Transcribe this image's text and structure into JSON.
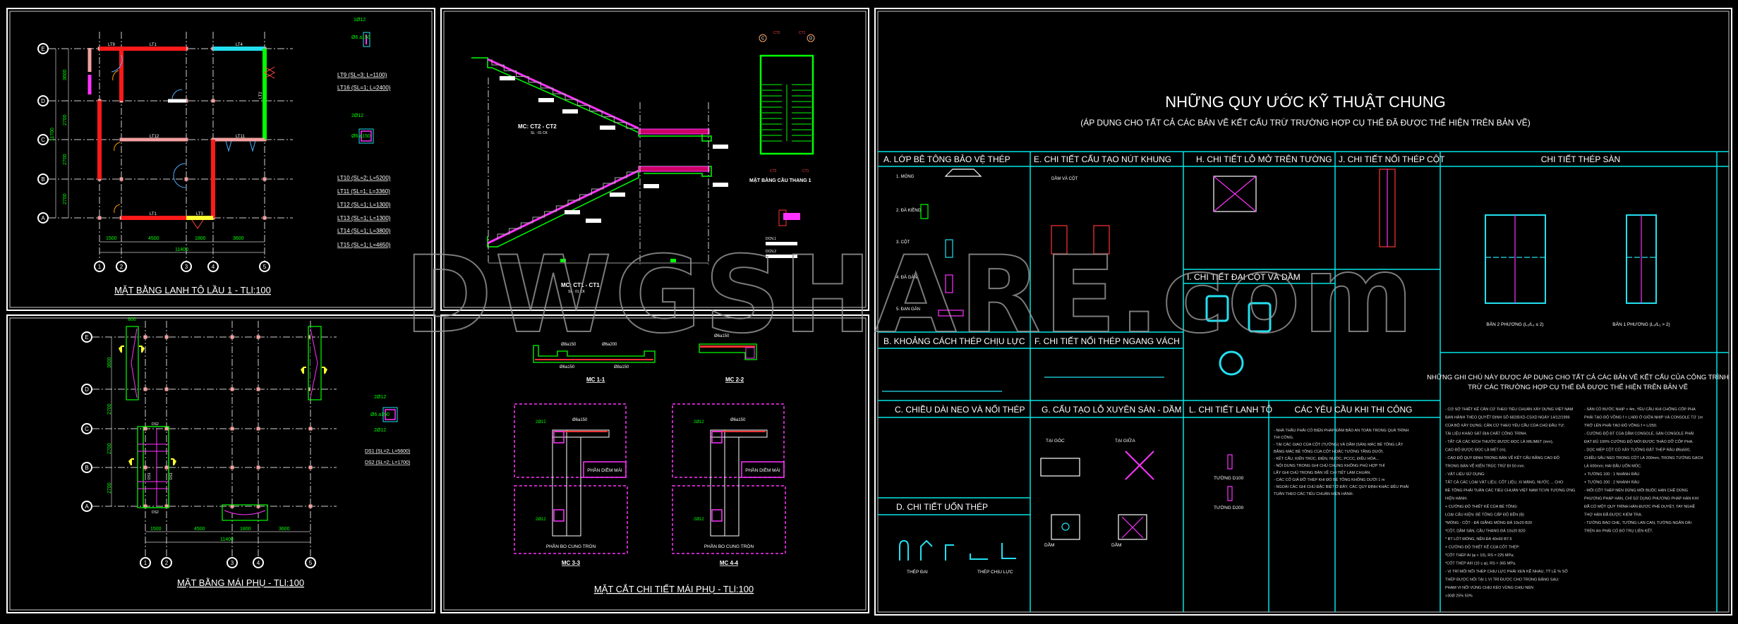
{
  "colors": {
    "background": "#000000",
    "cyan": "#00e5e5",
    "wall_red": "#ff1a1a",
    "wall_pink": "#f4a0a0",
    "wall_green": "#00ff00",
    "wall_cyan": "#22e0f0",
    "wall_yellow": "#ffff33",
    "magenta": "#ff33ff",
    "dim_green": "#00ff00"
  },
  "watermark": "DWGSHARE.com",
  "panel_lintel": {
    "title": "MẶT BẰNG LANH TÔ LẦU 1  -  TLl:100",
    "grid_rows": [
      "E",
      "D",
      "C",
      "B",
      "A"
    ],
    "grid_cols": [
      "1",
      "2",
      "3",
      "4",
      "5"
    ],
    "dims_bottom": [
      "1500",
      "4500",
      "1800",
      "3600"
    ],
    "dim_total": "11400",
    "dims_left": [
      "3600",
      "2700",
      "2700",
      "2700"
    ],
    "dim_left_total": "11700",
    "wall_labels": [
      "LT9",
      "LT1",
      "LT4",
      "LT2",
      "LT12",
      "LT11",
      "LT1",
      "LT3"
    ],
    "details": [
      "LT9 (SL=3; L=1100)",
      "LT16 (SL=1; L=2400)",
      "LT10 (SL=2; L=5200)",
      "LT11 (SL=1; L=3360)",
      "LT12 (SL=1; L=1300)",
      "LT13 (SL=1; L=1300)",
      "LT14 (SL=1; L=3800)",
      "LT15 (SL=1; L=4650)"
    ],
    "rebar_top": "1Ø12",
    "rebar_mid": "Ø6 a150",
    "rebar_top2": "2Ø12",
    "bubble_labels": [
      "1",
      "2",
      "1"
    ]
  },
  "panel_stair": {
    "section_upper": "MC: CT2 - CT2",
    "section_lower": "MC: CT1 - CT1",
    "qty": "SL : 01 CK",
    "plan_title": "MẶT BẰNG CẦU THANG 1",
    "plan_axes": [
      "C",
      "D"
    ],
    "cut_marks": [
      "CT2",
      "CT1"
    ],
    "beams": [
      "DCN.1",
      "DCN.2"
    ]
  },
  "panel_roof": {
    "title": "MẶT BẰNG MÁI PHỤ  -  TLl:100",
    "grid_rows": [
      "E",
      "D",
      "C",
      "B",
      "A"
    ],
    "grid_cols": [
      "1",
      "2",
      "3",
      "4",
      "5"
    ],
    "dims_bottom": [
      "1500",
      "4500",
      "1800",
      "3600"
    ],
    "dim_total": "11400",
    "dims_left": [
      "3600",
      "2700",
      "2700",
      "2700"
    ],
    "top_dim": "800",
    "beam_labels": [
      "DS2",
      "DS1",
      "DS1",
      "DS2"
    ],
    "details": [
      "DS1 (SL=2; L=5600)",
      "DS2 (SL=2; L=1700)"
    ],
    "rebar": [
      "2Ø12",
      "Ø6 a150",
      "2Ø12"
    ]
  },
  "panel_sections": {
    "title": "MẶT CẮT CHI TIẾT MÁI PHỤ  -  TLl:100",
    "mc11": "MC 1-1",
    "mc22": "MC 2-2",
    "mc33": "MC 3-3",
    "mc44": "MC 4-4",
    "rebar_labels": [
      "Ø8a150",
      "Ø6a200",
      "Ø6a150",
      "Ø8a150",
      "Ø6a150",
      "2Ø12",
      "Ø6 a150"
    ],
    "edge": "PHẦN DIỀM MÁI",
    "arc": "PHẦN BO CUNG TRÒN",
    "ct": "CT"
  },
  "sheet": {
    "title": "NHỮNG QUY ƯỚC KỸ THUẬT CHUNG",
    "subtitle": "(ÁP DỤNG CHO TẤT CẢ CÁC BẢN VẼ KẾT CẤU TRỪ TRƯỜNG HỢP CỤ THỂ ĐÃ ĐƯỢC THỂ HIỆN TRÊN BẢN VẼ)",
    "sections": {
      "A": "A. LỚP BÊ TÔNG BẢO VỆ THÉP",
      "E": "E. CHI TIẾT CẤU TẠO NÚT KHUNG",
      "H": "H. CHI TIẾT LỖ MỞ TRÊN TƯỜNG",
      "J": "J. CHI TIẾT NỐI THÉP CỘT",
      "S": "CHI TIẾT THÉP SÀN",
      "I": "I. CHI TIẾT ĐAI CỘT VÀ DẦM",
      "B": "B. KHOẢNG CÁCH THÉP CHỊU LỰC",
      "F": "F. CHI TIẾT NỐI THÉP NGANG VÁCH",
      "C": "C. CHIỀU DÀI NEO VÀ NỐI THÉP",
      "G": "G. CẤU TẠO LỖ XUYÊN SÀN - DẦM",
      "L": "L. CHI TIẾT LANH TÔ",
      "K": "CÁC YÊU CẦU KHI THI CÔNG",
      "D": "D. CHI TIẾT UỐN THÉP"
    },
    "a_items": [
      "1. MÓNG",
      "2. ĐÀ KIỀNG",
      "3. CỘT",
      "4. ĐÀ GÁN",
      "5. ĐAN GÁN"
    ],
    "e_label": "DẦM VÀ CỘT",
    "g_labels": [
      "TẠI GÓC",
      "TẠI GIỮA",
      "DẦM",
      "DẦM"
    ],
    "l_labels": [
      "TƯỜNG D100",
      "TƯỜNG D200"
    ],
    "d_labels": [
      "THÉP ĐAI",
      "THÉP CHỊU LỰC"
    ],
    "slab_labels": [
      "BẢN 2 PHƯƠNG (L₂/L₁ ≤ 2)",
      "BẢN 1 PHƯƠNG (L₂/L₁ > 2)"
    ],
    "notes_title_1": "NHỮNG GHI CHÚ NÀY ĐƯỢC ÁP DỤNG CHO TẤT CẢ CÁC BẢN VẼ KẾT CẤU CỦA CÔNG TRÌNH",
    "notes_title_2": "TRỪ CÁC TRƯỜNG HỢP CỤ THỂ ĐÃ ĐƯỢC THỂ HIỆN TRÊN BẢN VẼ",
    "notes_left": [
      "- CƠ SỞ THIẾT KẾ CĂN CỨ THEO TIÊU CHUẨN XÂY DỰNG VIỆT NAM",
      "  BAN HÀNH THEO QUYẾT ĐỊNH SỐ 682/BXD-CSXD NGÀY 14/12/1996",
      "  CỦA BỘ XÂY DỰNG; CĂN CỨ THEO YÊU CẦU CỦA CHỦ ĐẦU TƯ;",
      "  TÀI LIỆU KHẢO SÁT ĐỊA CHẤT CÔNG TRÌNH.",
      "- TẤT CẢ CÁC KÍCH THƯỚC ĐƯỢC ĐỌC LÀ MILIMET (mm),",
      "  CAO ĐỘ ĐƯỢC ĐỌC LÀ MÉT (m).",
      "- CAO ĐỘ QUY ĐỊNH TRONG BẢN VẼ KẾT CẤU BẰNG CAO ĐỘ",
      "  TRONG BẢN VẼ KIẾN TRÚC TRỪ ĐI 50 mm.",
      "- VẬT LIỆU SỬ DỤNG:",
      "  TẤT CẢ CÁC LOẠI VẬT LIỆU, CỐT LIỆU, XI MĂNG, NƯỚC ... CHO",
      "  BÊ TÔNG PHẢI TUÂN CÁC TIÊU CHUẨN VIỆT NAM TCVN TƯƠNG ỨNG",
      "  HIỆN HÀNH.",
      "  + CƯỜNG ĐỘ THIẾT KẾ CỦA BÊ TÔNG:",
      "  LOẠI CẤU KIỆN:              BÊ TÔNG      CẤP ĐỘ BỀN (B)",
      "  *MÓNG - CỘT - ĐÀ GIẰNG MÓNG   ĐÁ 10x20      B20",
      "  *CỘT, DẦM SÀN, CẦU THANG      ĐÁ 10x20      B20",
      "  * BT LÓT MÓNG, NỀN            ĐÁ 40x60      B7.5",
      "  + CƯỜNG ĐỘ THIẾT KẾ CỦA CỐT THÉP:",
      "    *CỐT THÉP AI (φ < 10), RS = 225 MPa;",
      "    *CỐT THÉP AIII (10 ≤ φ), RS = 365 MPa.",
      "- VỊ TRÍ MỐI NỐI THÉP CHỊU LỰC PHẢI XEN KẼ NHAU, TỶ LỆ % SỐ",
      "  THÉP ĐƯỢC NỐI TẠI 1 VỊ TRÍ ĐƯỢC CHO TRONG BẢNG SAU:",
      "  PHẠM VI NỐI           VÙNG CHỊU KÉO        VÙNG CHỊU NÉN",
      "    >30Ø                  25%                  50%"
    ],
    "notes_right": [
      "- SÀN CÓ BƯỚC NHỊP > 4m, YÊU CẦU KHI CHỐNG CỐP PHA",
      "  PHẢI TẠO ĐỘ VỒNG f = L/400 Ở GIỮA NHỊP VÀ CONSOLE TỪ 1m",
      "  TRỞ LÊN PHẢI TẠO ĐỘ VỒNG f = L/250.",
      "- CƯỜNG ĐỘ BT CỦA DẦM CONSOLE, SÀN CONSOLE PHẢI",
      "  ĐẠT ĐỦ 100% CƯỜNG ĐỘ MỚI ĐƯỢC THÁO DỠ CỐP PHA.",
      "- DỌC MÉP CỘT CÓ XÂY TƯỜNG ĐẶT THÉP RÂU Ø6a500,",
      "  CHIỀU SÂU NEO TRONG CỘT LÀ 200mm, TRONG TƯỜNG GẠCH",
      "  LÀ 600mm; HAI ĐẦU UỐN MÓC.",
      "  + TƯỜNG 100 : 1 NHÁNH RÂU",
      "  + TƯỜNG 200 : 2 NHÁNH RÂU",
      "- MỐI CỐT THÉP NÊN DÙNG MỐI BUỘC HẠN CHẾ DÙNG",
      "  PHƯƠNG PHÁP HÀN, CHỈ SỬ DỤNG PHƯƠNG PHÁP HÀN KHI",
      "  ĐÃ CÓ MỘT QUY TRÌNH HÀN ĐƯỢC PHÊ DUYỆT, TAY NGHỀ",
      "  THỢ HÀN ĐÃ ĐƯỢC KIỂM TRA.",
      "- TƯỜNG BAO CHE, TƯỜNG LAN CAN, TƯỜNG NGĂN DÀI",
      "  TRÊN 4m PHẢI CÓ BỔ TRỤ LIÊN KẾT."
    ],
    "k_notes": [
      "- NHÀ THẦU PHẢI CÓ BIỆN PHÁP ĐẦM BẢO AN TOÀN TRONG QUÁ TRÌNH",
      "  THI CÔNG.",
      "- TẠI CÁC GIAO CỦA CỘT (TƯỜNG) VÀ DẦM (SÀN) MÁC BÊ TÔNG LẤY",
      "  BẰNG MÁC BÊ TÔNG CỦA CỘT HOẶC TƯỜNG TẦNG DƯỚI.",
      "- KẾT CẤU, KIẾN TRÚC, ĐIỆN, NƯỚC, PCCC, ĐIỀU HÒA...",
      "- NỘI DUNG TRONG GHI CHÚ CHUNG KHÔNG PHÙ HỢP THÌ",
      "  LẤY GHI CHÚ TRONG BẢN VẼ CHI TIẾT LÀM CHUẨN.",
      "- CÁC CỐ GIÁ ĐỠ THÉP KHI ĐỔ BÊ TÔNG KHÔNG DƯỚI 1 m",
      "- NGOÀI CÁC GHI CHÚ ĐẶC BIỆT Ở ĐÂY, CÁC QUY ĐỊNH KHÁC ĐỀU PHẢI",
      "  TUÂN THEO CÁC TIÊU CHUẨN HIỆN HÀNH."
    ]
  }
}
